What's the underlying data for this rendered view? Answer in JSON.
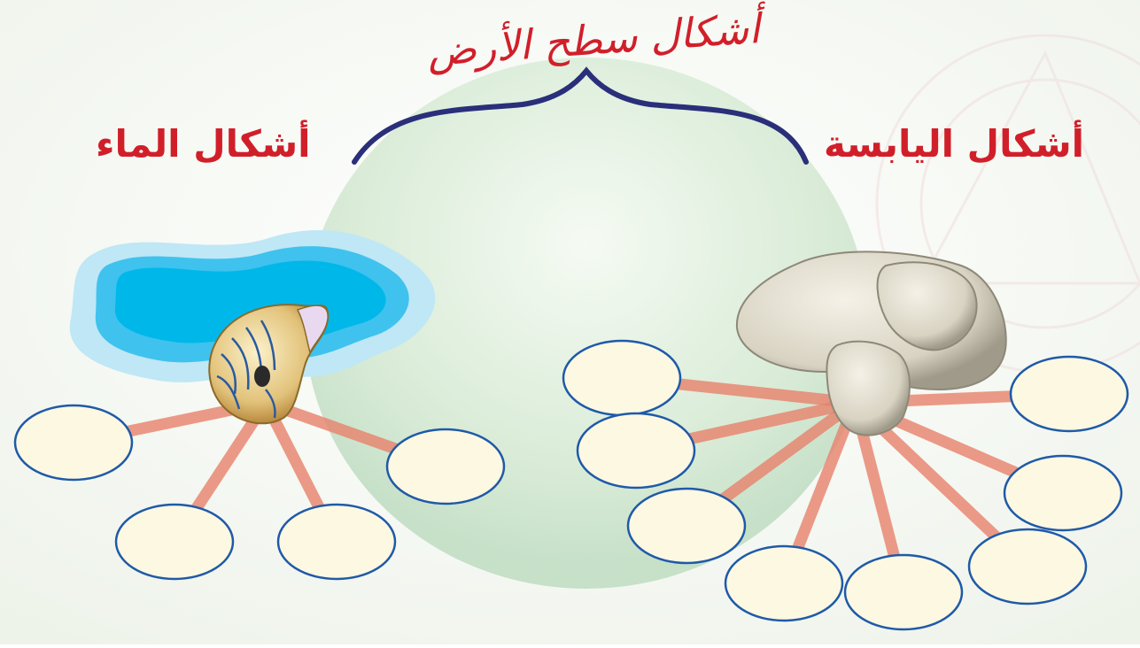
{
  "diagram": {
    "title": "أشكال سطح الأرض",
    "branches": {
      "water": {
        "label": "أشكال الماء",
        "icon": "nautilus-shell-icon",
        "blank_boxes": 4
      },
      "land": {
        "label": "أشكال اليابسة",
        "icon": "rocks-icon",
        "blank_boxes": 8
      }
    }
  },
  "colors": {
    "title_text": "#d11f2a",
    "brace": "#2a2f7a",
    "box_fill": "#fdf8e2",
    "box_stroke": "#1f5aa8",
    "connector": "#e8826c",
    "water_blue": "#00b7ea",
    "globe": "#cfe5cf"
  }
}
